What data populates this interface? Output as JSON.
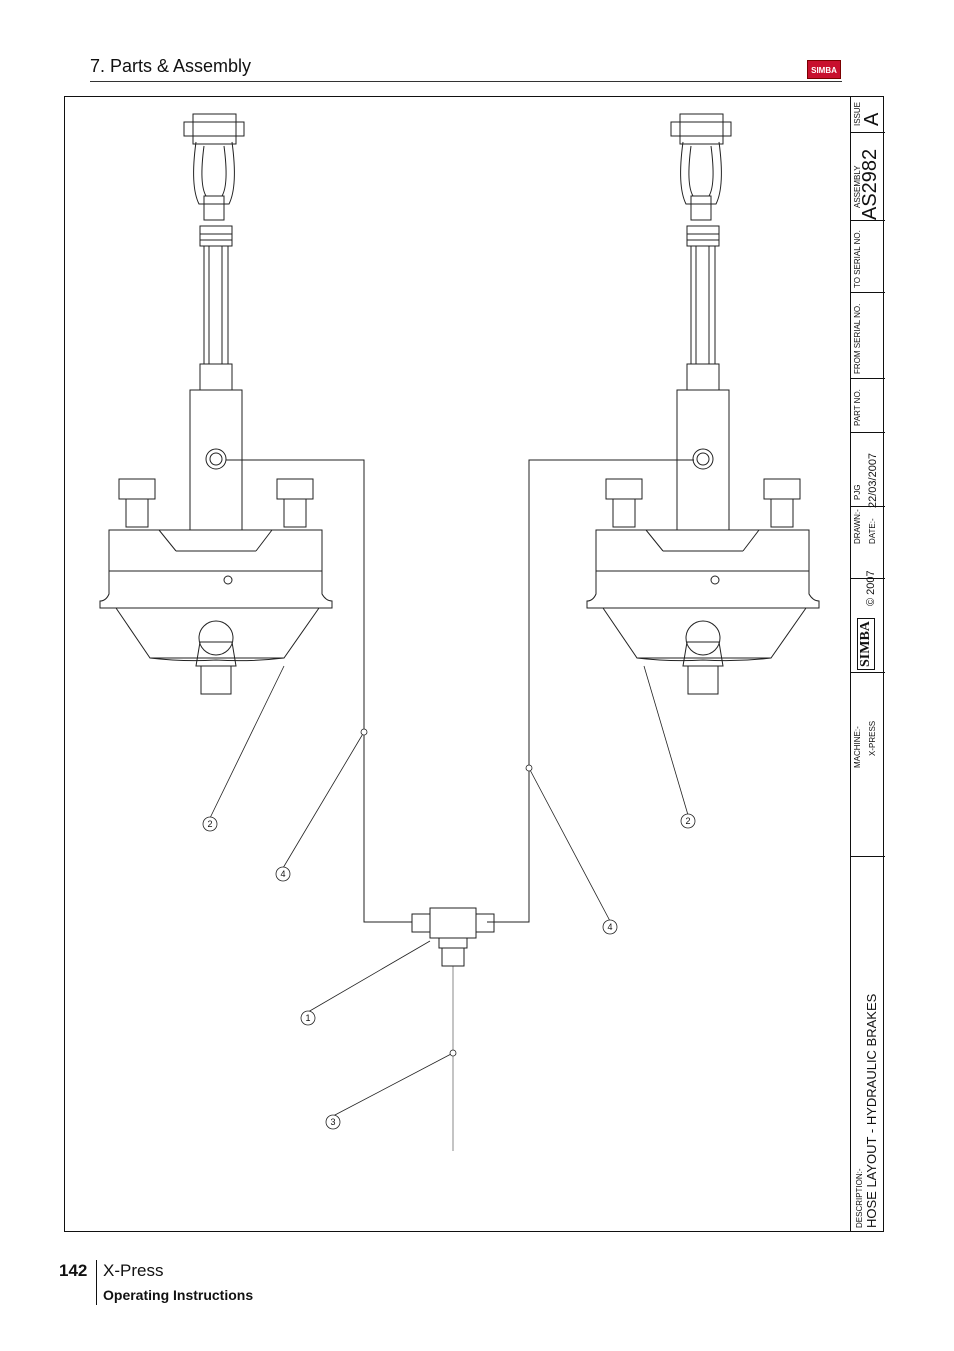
{
  "header": {
    "section_title": "7. Parts & Assembly",
    "logo_text": "SIMBA"
  },
  "drawing": {
    "callouts": [
      "1",
      "2",
      "2",
      "3",
      "4",
      "4"
    ]
  },
  "title_block": {
    "issue_label": "ISSUE",
    "issue_value": "A",
    "assembly_label": "ASSEMBLY",
    "assembly_value": "AS2982",
    "to_serial_label": "TO SERIAL NO.",
    "from_serial_label": "FROM SERIAL NO.",
    "part_no_label": "PART NO.",
    "drawn_label": "DRAWN:-",
    "drawn_value": "PJG",
    "date_label": "DATE:-",
    "date_value": "22/03/2007",
    "copyright": "© 2007",
    "logo_text": "SIMBA",
    "machine_label": "MACHINE:-",
    "machine_value": "X-PRESS",
    "description_label": "DESCRIPTION:-",
    "description_value": "HOSE LAYOUT - HYDRAULIC BRAKES"
  },
  "footer": {
    "page_number": "142",
    "product": "X-Press",
    "subtitle": "Operating Instructions"
  }
}
